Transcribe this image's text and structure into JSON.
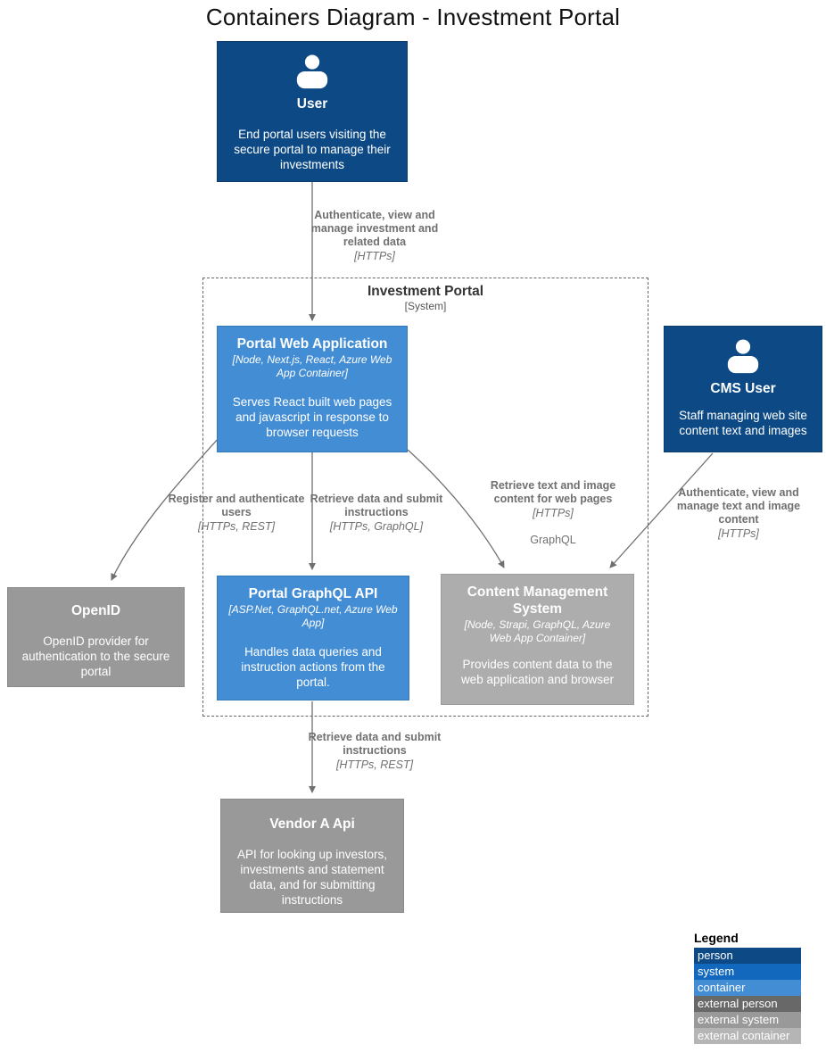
{
  "title": "Containers Diagram - Investment Portal",
  "boundary": {
    "name": "Investment Portal",
    "type": "[System]"
  },
  "nodes": {
    "user": {
      "name": "User",
      "desc": "End portal users visiting the secure portal to manage their investments"
    },
    "portal_web_app": {
      "name": "Portal Web Application",
      "tech": "[Node, Next.js, React, Azure Web App Container]",
      "desc": "Serves React built web pages and javascript in response to browser requests"
    },
    "cms_user": {
      "name": "CMS User",
      "desc": "Staff managing web site content text and images"
    },
    "openid": {
      "name": "OpenID",
      "desc": "OpenID provider for authentication to the secure portal"
    },
    "graphql_api": {
      "name": "Portal GraphQL API",
      "tech": "[ASP.Net, GraphQL.net, Azure Web App]",
      "desc": "Handles data queries and instruction actions from the portal."
    },
    "cms": {
      "name": "Content Management System",
      "tech": "[Node, Strapi, GraphQL, Azure Web App Container]",
      "desc": "Provides content data to the web application and browser"
    },
    "vendor_api": {
      "name": "Vendor A Api",
      "desc": "API for looking up investors, investments and statement data, and for submitting instructions"
    }
  },
  "edges": {
    "user_to_pwa": {
      "label": "Authenticate, view and manage investment and related data",
      "tech": "[HTTPs]"
    },
    "pwa_to_openid": {
      "label": "Register and authenticate users",
      "tech": "[HTTPs, REST]"
    },
    "pwa_to_api": {
      "label": "Retrieve data and submit instructions",
      "tech": "[HTTPs, GraphQL]"
    },
    "pwa_to_cms": {
      "label": "Retrieve text and image content for web pages",
      "tech": "[HTTPs]",
      "extra": "GraphQL"
    },
    "cmsuser_to_cms": {
      "label": "Authenticate, view and manage text and image content",
      "tech": "[HTTPs]"
    },
    "api_to_vendor": {
      "label": "Retrieve data and submit instructions",
      "tech": "[HTTPs, REST]"
    }
  },
  "colors": {
    "person": "#0D4A85",
    "system": "#1168BD",
    "container": "#438DD5",
    "external_person": "#686868",
    "external_system": "#999999",
    "external_container": "#B5B5B5",
    "arrow": "#707070"
  },
  "legend": {
    "title": "Legend",
    "items": [
      {
        "label": "person",
        "color": "#0D4A85"
      },
      {
        "label": "system",
        "color": "#1168BD"
      },
      {
        "label": "container",
        "color": "#438DD5"
      },
      {
        "label": "external person",
        "color": "#686868"
      },
      {
        "label": "external system",
        "color": "#999999"
      },
      {
        "label": "external container",
        "color": "#B5B5B5"
      }
    ]
  }
}
